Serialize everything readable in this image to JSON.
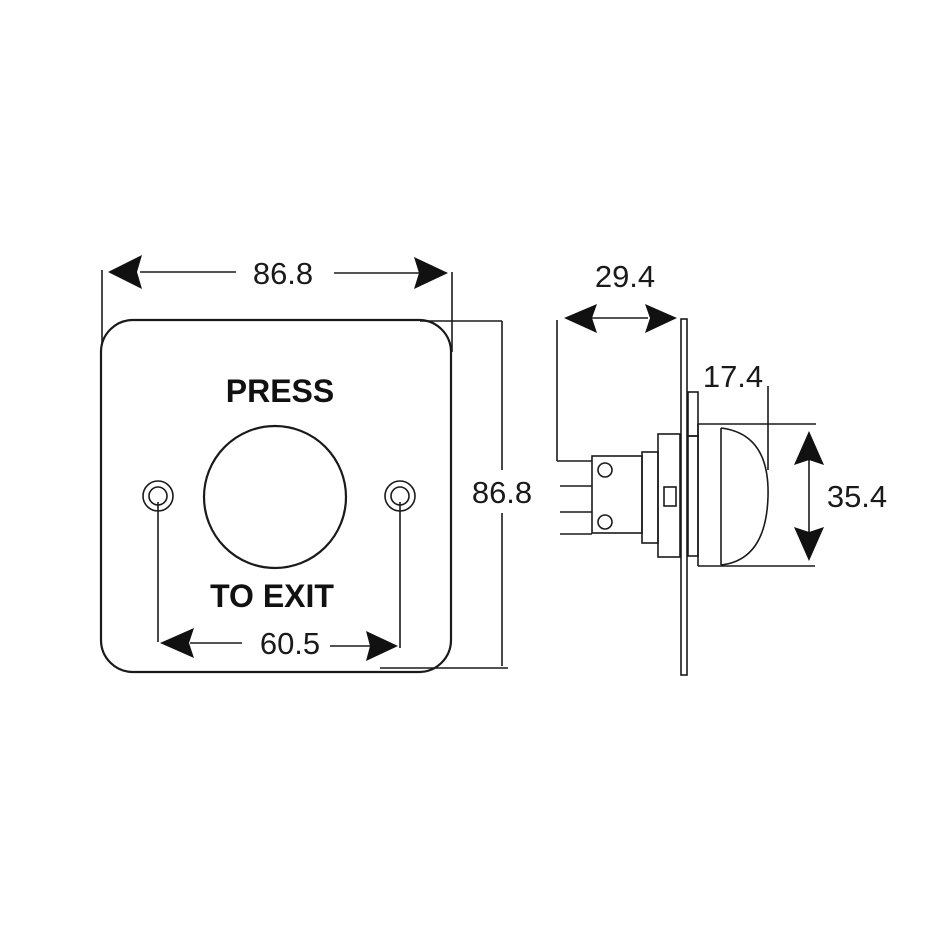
{
  "front_view": {
    "plate_label_top": "PRESS",
    "plate_label_bottom": "TO EXIT",
    "width_dimension": "86.8",
    "height_dimension": "86.8",
    "screw_spacing_dimension": "60.5"
  },
  "side_view": {
    "depth_dimension": "29.4",
    "button_projection_dimension": "17.4",
    "button_diameter_dimension": "35.4"
  },
  "colors": {
    "line": "#1a1a1a",
    "background": "#ffffff"
  }
}
